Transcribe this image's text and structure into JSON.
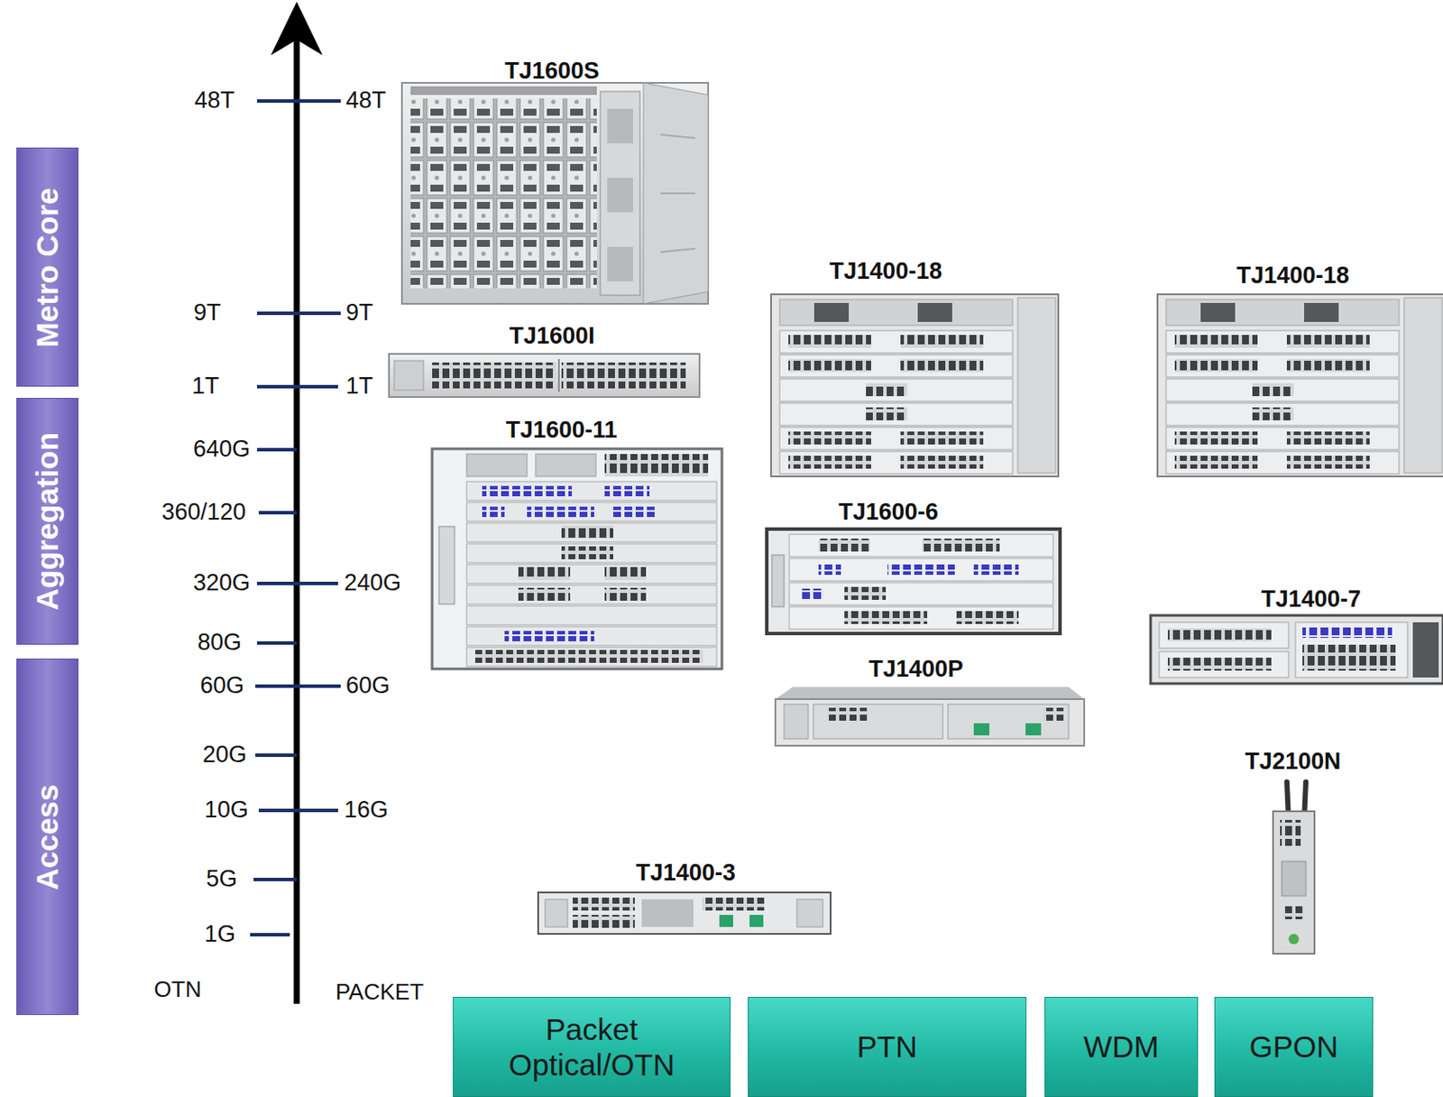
{
  "diagram": {
    "nodes": [
      {
        "text": [
          "Metro Core"
        ]
      },
      {
        "text": [
          "Aggregation"
        ]
      },
      {
        "text": [
          "Access"
        ]
      },
      {
        "text": [
          "Packet Optical/OTN"
        ]
      },
      {
        "text": [
          "PTN"
        ]
      },
      {
        "text": [
          "WDM"
        ]
      },
      {
        "text": [
          "GPON"
        ]
      }
    ],
    "labels": [
      "48T",
      "48T",
      "TJ1600S",
      "9T",
      "9T",
      "TJ1400-18",
      "TJ1400-18",
      "TJ1600I",
      "1T",
      "1T",
      "TJ1600-11",
      "640G",
      "360/120",
      "TJ1600-6",
      "320G",
      "240G",
      "TJ1400-7",
      "80G",
      "60G",
      "60G",
      "TJ1400P",
      "20G",
      "TJ2100N",
      "10G",
      "16G",
      "TJ1400-3",
      "5G",
      "1G",
      "OTN",
      "PACKET"
    ]
  }
}
